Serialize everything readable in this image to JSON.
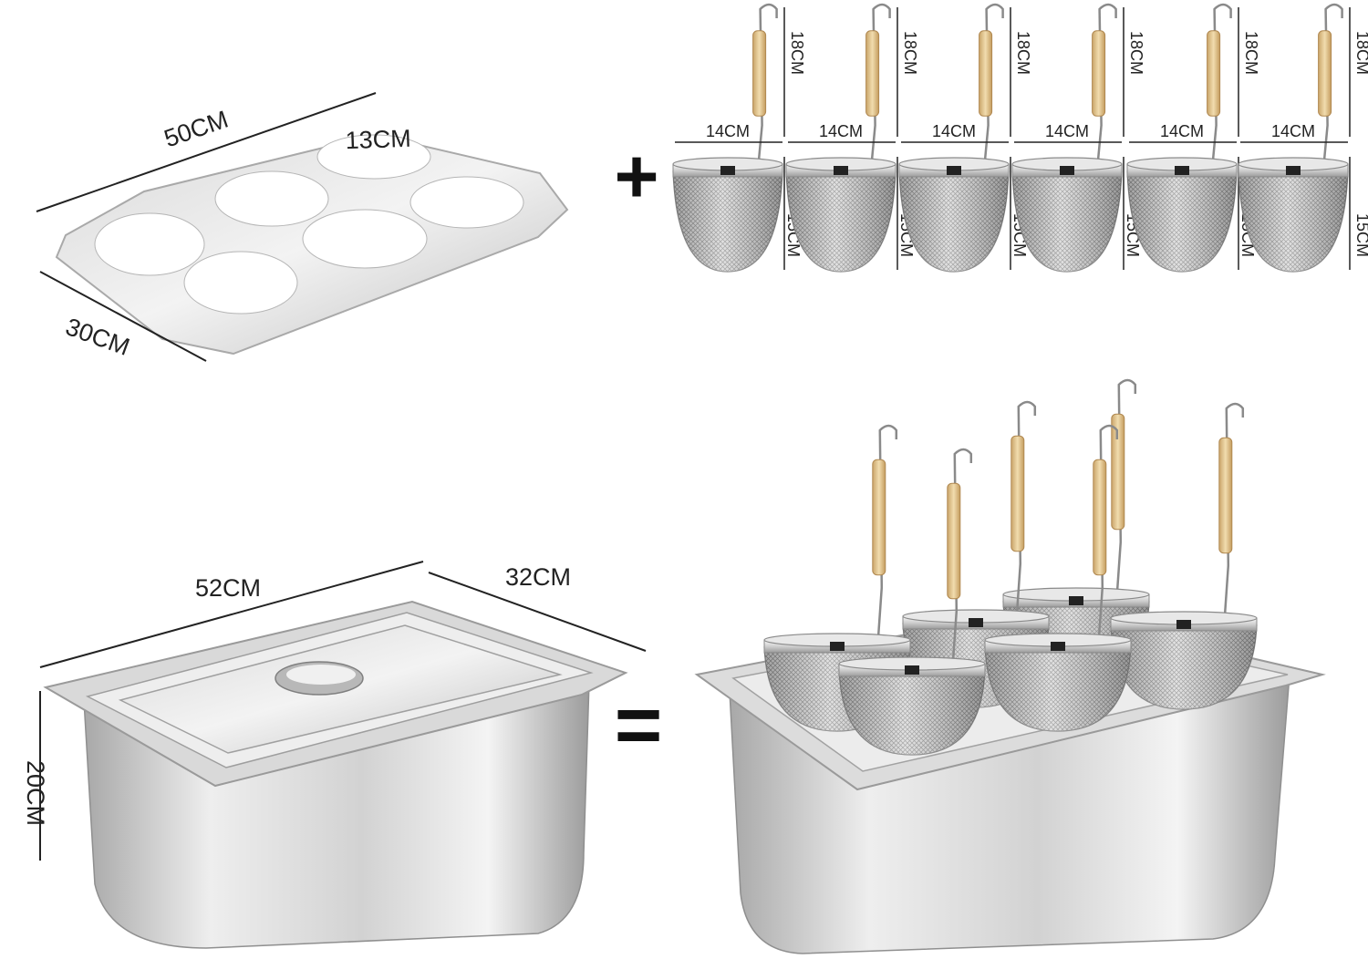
{
  "plate": {
    "length": "50CM",
    "width": "30CM",
    "hole": "13CM"
  },
  "baskets": {
    "handle": "18CM",
    "diameter": "14CM",
    "depth": "15CM",
    "count": 6
  },
  "pan": {
    "length": "52CM",
    "width": "32CM",
    "height": "20CM"
  },
  "symbols": {
    "plus": "+",
    "equals": "="
  },
  "colors": {
    "steel_light": "#f2f2f2",
    "steel_mid": "#c8c8c8",
    "steel_dark": "#8f8f8f",
    "wood": "#e6c98f",
    "line": "#222222"
  }
}
